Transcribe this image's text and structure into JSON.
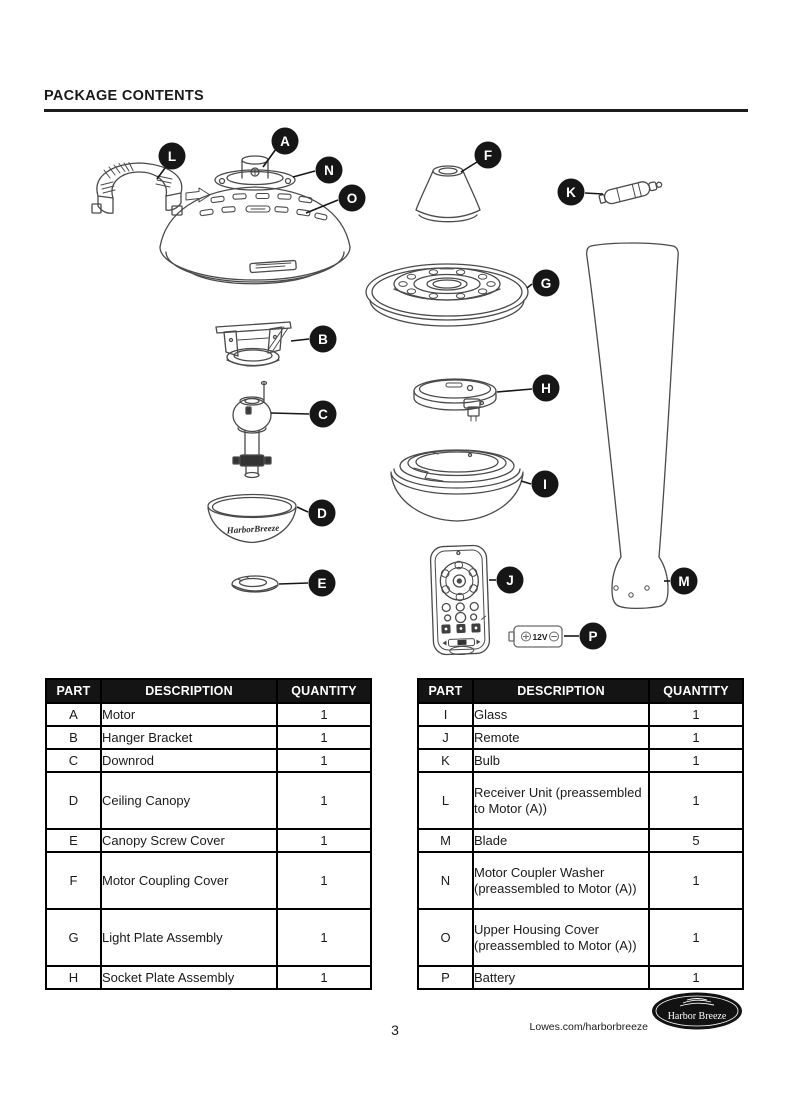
{
  "header": {
    "title": "PACKAGE CONTENTS"
  },
  "diagram": {
    "callouts": {
      "a": "A",
      "b": "B",
      "c": "C",
      "d": "D",
      "e": "E",
      "f": "F",
      "g": "G",
      "h": "H",
      "i": "I",
      "j": "J",
      "k": "K",
      "l": "L",
      "m": "M",
      "n": "N",
      "o": "O",
      "p": "P"
    },
    "canopy_brand": "HarborBreeze",
    "battery_label": "12V"
  },
  "tables": {
    "columns": [
      "PART",
      "DESCRIPTION",
      "QUANTITY"
    ],
    "left": {
      "rows": [
        {
          "part": "A",
          "description": "Motor",
          "quantity": "1"
        },
        {
          "part": "B",
          "description": "Hanger Bracket",
          "quantity": "1"
        },
        {
          "part": "C",
          "description": "Downrod",
          "quantity": "1"
        },
        {
          "part": "D",
          "description": "Ceiling Canopy",
          "quantity": "1"
        },
        {
          "part": "E",
          "description": "Canopy Screw Cover",
          "quantity": "1"
        },
        {
          "part": "F",
          "description": "Motor Coupling Cover",
          "quantity": "1"
        },
        {
          "part": "G",
          "description": "Light Plate Assembly",
          "quantity": "1"
        },
        {
          "part": "H",
          "description": "Socket Plate Assembly",
          "quantity": "1"
        }
      ]
    },
    "right": {
      "rows": [
        {
          "part": "I",
          "description": "Glass",
          "quantity": "1"
        },
        {
          "part": "J",
          "description": "Remote",
          "quantity": "1"
        },
        {
          "part": "K",
          "description": "Bulb",
          "quantity": "1"
        },
        {
          "part": "L",
          "description": "Receiver Unit (preassembled to Motor (A))",
          "quantity": "1"
        },
        {
          "part": "M",
          "description": "Blade",
          "quantity": "5"
        },
        {
          "part": "N",
          "description": "Motor Coupler Washer (preassembled to Motor (A))",
          "quantity": "1"
        },
        {
          "part": "O",
          "description": "Upper Housing Cover (preassembled to Motor (A))",
          "quantity": "1"
        },
        {
          "part": "P",
          "description": "Battery",
          "quantity": "1"
        }
      ]
    }
  },
  "footer": {
    "page_number": "3",
    "website": "Lowes.com/harborbreeze",
    "brand": "Harbor Breeze"
  },
  "colors": {
    "ink": "#1a1a1a",
    "drawing_stroke": "#4a4a4a",
    "table_header_bg": "#141414",
    "logo_bg": "#121212",
    "page_bg": "#ffffff"
  }
}
